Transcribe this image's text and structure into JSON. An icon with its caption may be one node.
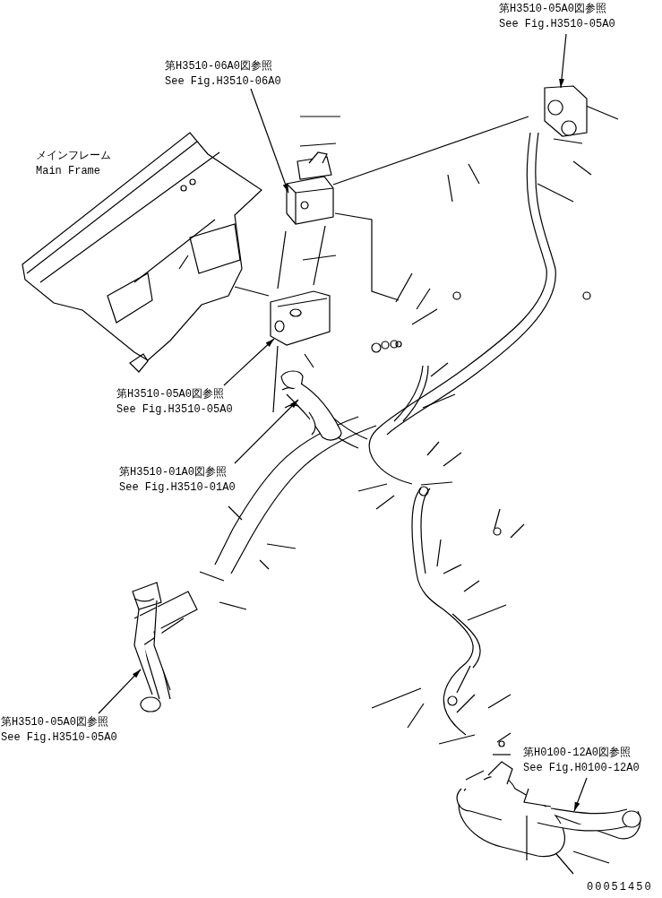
{
  "diagram": {
    "nodes": [
      {
        "text": [
          "第H3510-05A0図参照 See Fig.H3510-05A0"
        ]
      },
      {
        "text": [],
        "shape": "picture"
      },
      {
        "text": [
          "第H3510-06A0図参照 See Fig.H3510-06A0"
        ]
      },
      {
        "text": [],
        "shape": "picture"
      },
      {
        "text": [
          "第H3510-05A0図参照 See Fig.H3510-05A0"
        ]
      },
      {
        "text": [],
        "shape": "picture"
      },
      {
        "text": [
          "第H3510-01A0図参照 See Fig.H3510-01A0"
        ]
      },
      {
        "text": [],
        "shape": "picture"
      },
      {
        "text": [
          "第H3510-05A0図参照 See Fig.H3510-05A0"
        ]
      },
      {
        "text": [],
        "shape": "picture"
      },
      {
        "text": [
          "第H0100-12A0図参照 See Fig.H0100-12A0"
        ]
      },
      {
        "text": [],
        "shape": "picture"
      }
    ],
    "edges": [
      {
        "from": 0,
        "to": 1,
        "arrow": "to"
      },
      {
        "from": 2,
        "to": 3,
        "arrow": "to"
      },
      {
        "from": 4,
        "to": 5,
        "arrow": "to"
      },
      {
        "from": 6,
        "to": 7,
        "arrow": "to"
      },
      {
        "from": 8,
        "to": 9,
        "arrow": "to"
      },
      {
        "from": 10,
        "to": 11,
        "arrow": "to"
      }
    ],
    "labels": [
      "メインフレーム Main Frame",
      "00051450"
    ]
  }
}
